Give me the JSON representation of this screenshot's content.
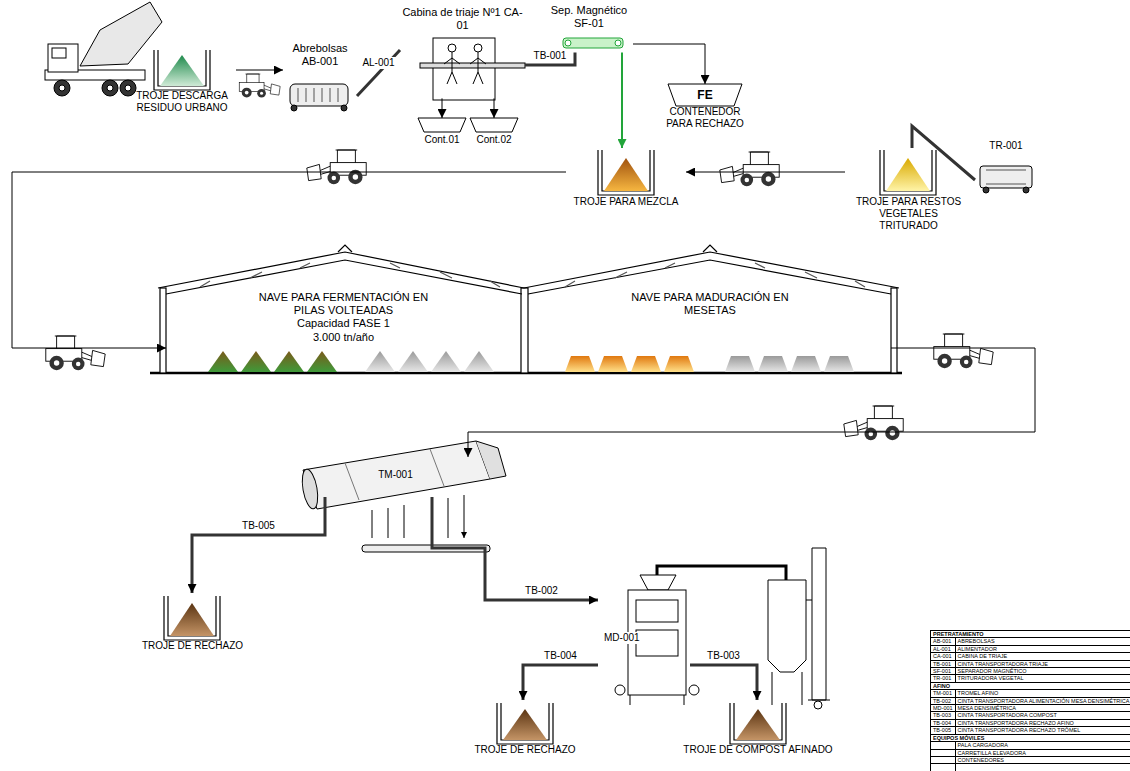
{
  "diagram": {
    "nodes": [
      {
        "text": [
          "TROJE DESCARGA RESIDUO URBANO"
        ]
      },
      {
        "text": [
          "Abrebolsas AB-001"
        ]
      },
      {
        "text": [
          "Cabina de triaje Nº1 CA-01"
        ]
      },
      {
        "text": [
          "Sep. Magnético SF-01"
        ]
      },
      {
        "text": [
          "FE",
          "CONTENEDOR PARA RECHAZO"
        ]
      },
      {
        "text": [
          "Cont.01"
        ]
      },
      {
        "text": [
          "Cont.02"
        ]
      },
      {
        "text": [
          "TROJE PARA MEZCLA"
        ]
      },
      {
        "text": [
          "TROJE PARA RESTOS VEGETALES TRITURADO"
        ]
      },
      {
        "text": [
          "TR-001"
        ]
      },
      {
        "text": [
          "NAVE PARA FERMENTACIÓN EN PILAS VOLTEADAS",
          "Capacidad FASE 1 3.000 tn/año"
        ]
      },
      {
        "text": [
          "NAVE PARA MADURACIÓN EN MESETAS"
        ]
      },
      {
        "text": [
          "TM-001"
        ]
      },
      {
        "text": [
          "TROJE DE RECHAZO"
        ]
      },
      {
        "text": [
          "MD-001"
        ]
      },
      {
        "text": [
          "TROJE DE RECHAZO"
        ]
      },
      {
        "text": [
          "TROJE DE COMPOST AFINADO"
        ]
      }
    ],
    "edges": [
      {
        "from": 0,
        "to": 1,
        "arrow": "to"
      },
      {
        "from": 1,
        "to": 2,
        "label": "AL-001",
        "arrow": "none"
      },
      {
        "from": 2,
        "to": 3,
        "label": "TB-001",
        "arrow": "none"
      },
      {
        "from": 3,
        "to": 4,
        "arrow": "to"
      },
      {
        "from": 2,
        "to": 5,
        "arrow": "to"
      },
      {
        "from": 2,
        "to": 6,
        "arrow": "to"
      },
      {
        "from": 3,
        "to": 7,
        "arrow": "to"
      },
      {
        "from": 9,
        "to": 8,
        "arrow": "none"
      },
      {
        "from": 8,
        "to": 7,
        "arrow": "to"
      },
      {
        "from": 7,
        "to": 10,
        "arrow": "to"
      },
      {
        "from": 11,
        "to": 12,
        "arrow": "to"
      },
      {
        "from": 12,
        "to": 13,
        "label": "TB-005",
        "arrow": "to"
      },
      {
        "from": 12,
        "to": 14,
        "label": "TB-002",
        "arrow": "to"
      },
      {
        "from": 14,
        "to": 15,
        "label": "TB-004",
        "arrow": "to"
      },
      {
        "from": 14,
        "to": 16,
        "label": "TB-003",
        "arrow": "to"
      }
    ],
    "labels": [
      "PRETRATAMIENTO",
      "AB-001",
      "ABREBOLSAS",
      "AL-001",
      "ALIMENTADOR",
      "CA-001",
      "CABINA DE TRIAJE",
      "TB-001",
      "CINTA TRANSPORTADORA TRIAJE",
      "SF-001",
      "SEPARADOR MAGNÉTICO",
      "TR-001",
      "TRITURADORA VEGETAL",
      "AFINO",
      "TM-001",
      "TROMEL AFINO",
      "TB-002",
      "CINTA TRANSPORTADORA ALIMENTACIÓN MESA DENSIMÉTRICA",
      "MD-001",
      "MESA DENSIMÉTRICA",
      "TB-003",
      "CINTA TRANSPORTADORA COMPOST",
      "TB-004",
      "CINTA TRANSPORTADORA RECHAZO AFINO",
      "TB-005",
      "CINTA TRANSPORTADORA RECHAZO TRÓMEL",
      "EQUIPOS MÓVILES",
      "PALA CARGADORA",
      "CARRETILLA ELEVADORA",
      "CONTENEDORES"
    ]
  }
}
